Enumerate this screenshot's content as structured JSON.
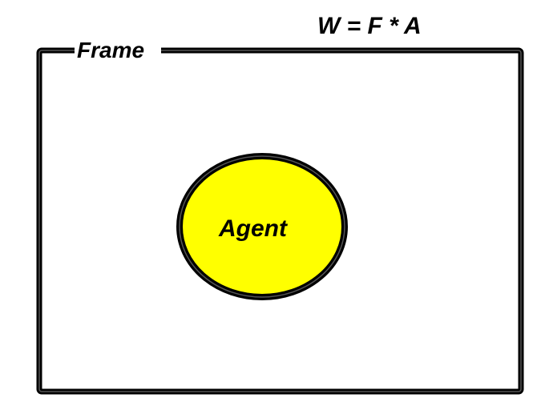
{
  "formula": "W = F * A",
  "frame": {
    "label": "Frame"
  },
  "agent": {
    "label": "Agent"
  },
  "colors": {
    "outline": "#000000",
    "outline_highlight": "#555555",
    "agent_fill": "#ffff00",
    "background": "#ffffff"
  }
}
